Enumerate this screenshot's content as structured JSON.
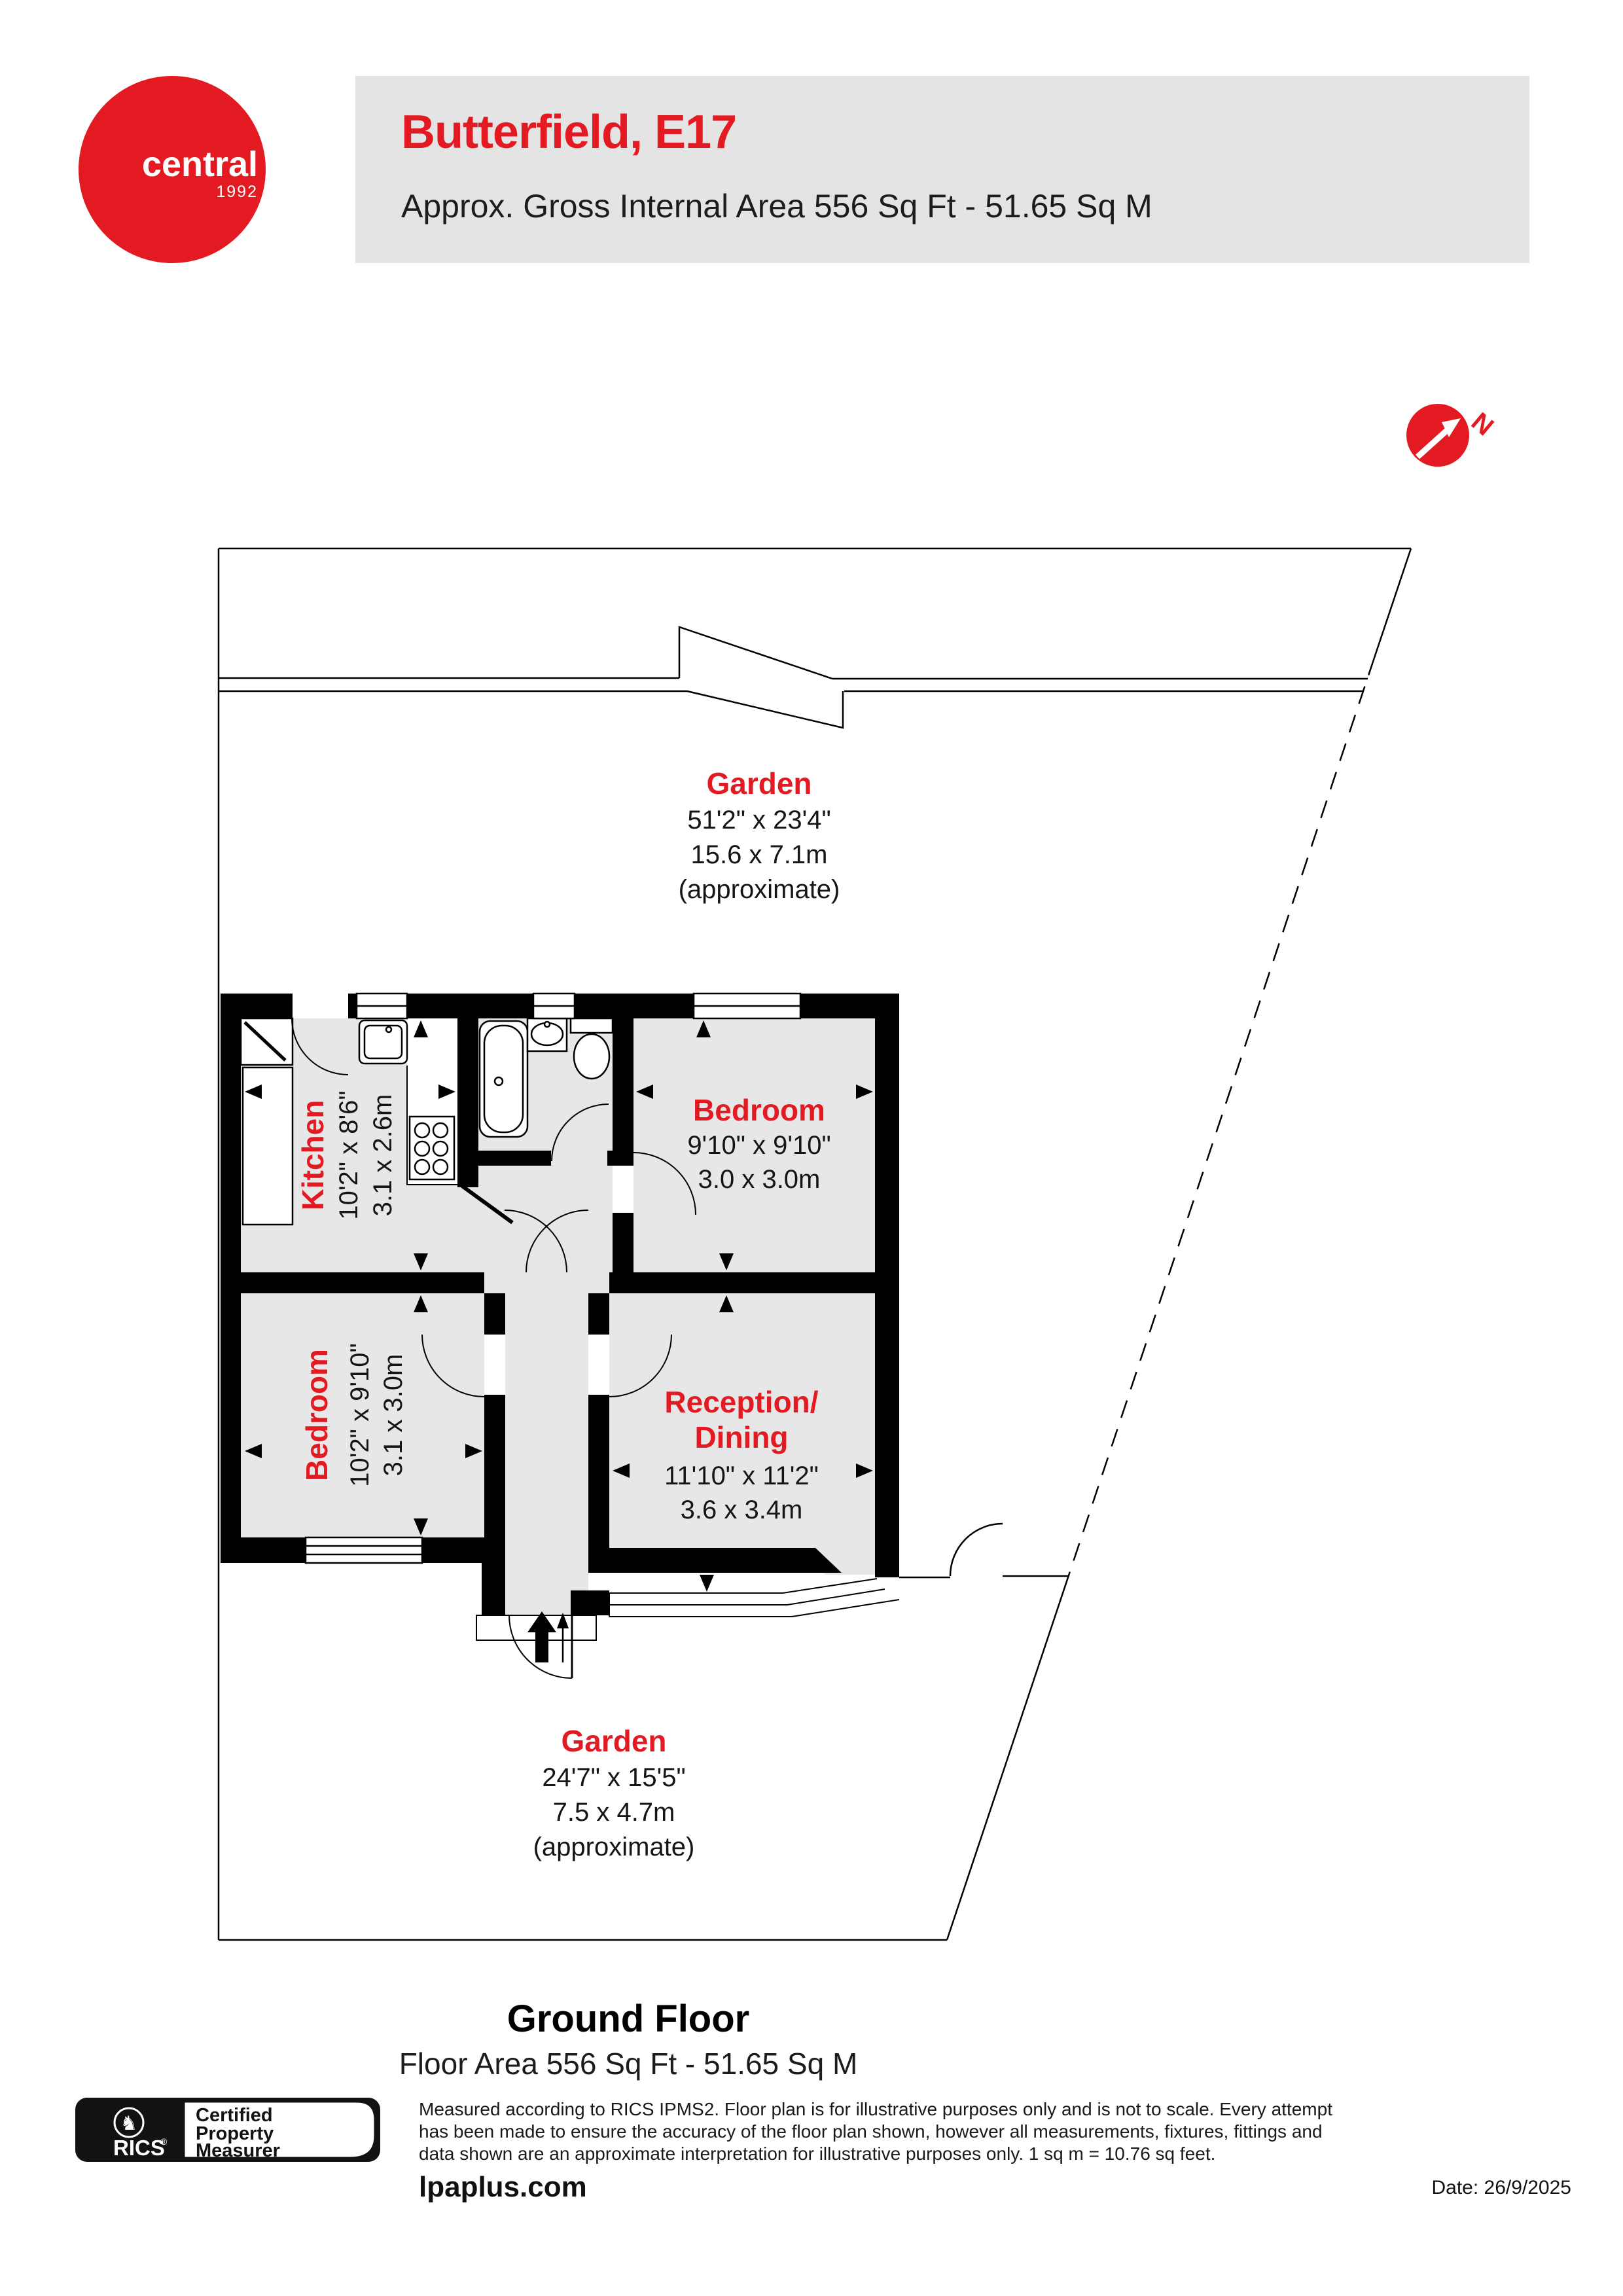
{
  "header": {
    "logo": {
      "name": "central",
      "year": "1992"
    },
    "title": "Butterfield, E17",
    "subtitle": "Approx. Gross Internal Area 556 Sq Ft - 51.65 Sq M"
  },
  "compass": {
    "north_label": "N"
  },
  "plot": {
    "garden_rear": {
      "label": "Garden",
      "dims_imperial": "51'2\" x 23'4\"",
      "dims_metric": "15.6 x 7.1m",
      "note": "(approximate)"
    },
    "garden_front": {
      "label": "Garden",
      "dims_imperial": "24'7\" x 15'5\"",
      "dims_metric": "7.5 x 4.7m",
      "note": "(approximate)"
    }
  },
  "rooms": {
    "kitchen": {
      "label": "Kitchen",
      "dims_imperial": "10'2\" x 8'6\"",
      "dims_metric": "3.1 x 2.6m"
    },
    "bedroom_rear": {
      "label": "Bedroom",
      "dims_imperial": "9'10\" x 9'10\"",
      "dims_metric": "3.0 x 3.0m"
    },
    "bedroom_front": {
      "label": "Bedroom",
      "dims_imperial": "10'2\" x 9'10\"",
      "dims_metric": "3.1 x 3.0m"
    },
    "reception": {
      "label_line1": "Reception/",
      "label_line2": "Dining",
      "dims_imperial": "11'10\" x 11'2\"",
      "dims_metric": "3.6 x 3.4m"
    }
  },
  "floor_summary": {
    "title": "Ground Floor",
    "area": "Floor Area 556 Sq Ft - 51.65 Sq M"
  },
  "footer": {
    "rics_label": "RICS",
    "rics_reg": "®",
    "badge": {
      "line1": "Certified",
      "line2": "Property",
      "line3": "Measurer"
    },
    "disclaimer_line1": "Measured according to RICS IPMS2. Floor plan is for illustrative purposes only and is not to scale. Every attempt",
    "disclaimer_line2": "has been made to ensure the accuracy of the floor plan shown, however all measurements, fixtures, fittings and",
    "disclaimer_line3": "data shown are an approximate interpretation for illustrative purposes only. 1 sq m = 10.76 sq feet.",
    "website": "lpaplus.com",
    "date": "Date: 26/9/2025"
  },
  "colors": {
    "brand_red": "#e41a22",
    "wall_black": "#000000",
    "floor_gray": "#e7e7e7",
    "header_gray": "#e4e4e4"
  }
}
